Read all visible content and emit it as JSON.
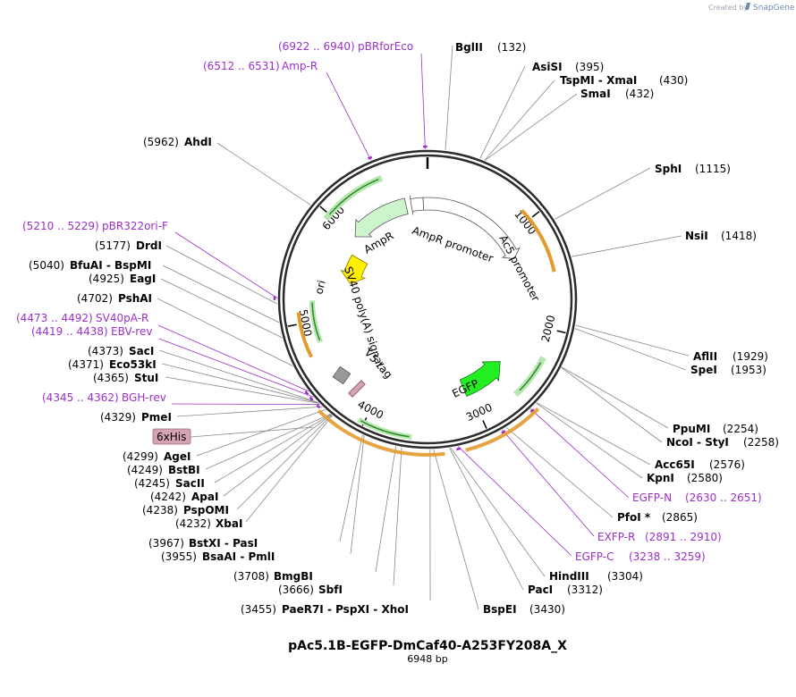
{
  "credit": {
    "text": "Created by",
    "brand": "SnapGene"
  },
  "plasmid": {
    "name": "pAc5.1B-EGFP-DmCaf40-A253FY208A_X",
    "size": "6948 bp"
  },
  "ticks": [
    "1000",
    "2000",
    "3000",
    "4000",
    "5000",
    "6000"
  ],
  "features": [
    {
      "name": "AmpR promoter"
    },
    {
      "name": "AmpR"
    },
    {
      "name": "ori"
    },
    {
      "name": "SV40 poly(A) signal"
    },
    {
      "name": "V5 tag"
    },
    {
      "name": "EGFP"
    },
    {
      "name": "Ac5 promoter"
    },
    {
      "name": "6xHis"
    }
  ],
  "sites": [
    {
      "name": "BglII",
      "pos": "(132)"
    },
    {
      "name": "AsiSI",
      "pos": "(395)"
    },
    {
      "name": "TspMI - XmaI",
      "pos": "(430)"
    },
    {
      "name": "SmaI",
      "pos": "(432)"
    },
    {
      "name": "SphI",
      "pos": "(1115)"
    },
    {
      "name": "NsiI",
      "pos": "(1418)"
    },
    {
      "name": "AflII",
      "pos": "(1929)"
    },
    {
      "name": "SpeI",
      "pos": "(1953)"
    },
    {
      "name": "PpuMI",
      "pos": "(2254)"
    },
    {
      "name": "NcoI - StyI",
      "pos": "(2258)"
    },
    {
      "name": "Acc65I",
      "pos": "(2576)"
    },
    {
      "name": "KpnI",
      "pos": "(2580)"
    },
    {
      "name": "PfoI *",
      "pos": "(2865)"
    },
    {
      "name": "HindIII",
      "pos": "(3304)"
    },
    {
      "name": "PacI",
      "pos": "(3312)"
    },
    {
      "name": "BspEI",
      "pos": "(3430)"
    },
    {
      "name": "PaeR7I - PspXI - XhoI",
      "pos": "(3455)"
    },
    {
      "name": "SbfI",
      "pos": "(3666)"
    },
    {
      "name": "BmgBI",
      "pos": "(3708)"
    },
    {
      "name": "BsaAI - PmlI",
      "pos": "(3955)"
    },
    {
      "name": "BstXI - PasI",
      "pos": "(3967)"
    },
    {
      "name": "XbaI",
      "pos": "(4232)"
    },
    {
      "name": "PspOMI",
      "pos": "(4238)"
    },
    {
      "name": "ApaI",
      "pos": "(4242)"
    },
    {
      "name": "SacII",
      "pos": "(4245)"
    },
    {
      "name": "BstBI",
      "pos": "(4249)"
    },
    {
      "name": "AgeI",
      "pos": "(4299)"
    },
    {
      "name": "PmeI",
      "pos": "(4329)"
    },
    {
      "name": "StuI",
      "pos": "(4365)"
    },
    {
      "name": "Eco53kI",
      "pos": "(4371)"
    },
    {
      "name": "SacI",
      "pos": "(4373)"
    },
    {
      "name": "PshAI",
      "pos": "(4702)"
    },
    {
      "name": "EagI",
      "pos": "(4925)"
    },
    {
      "name": "BfuAI - BspMI",
      "pos": "(5040)"
    },
    {
      "name": "DrdI",
      "pos": "(5177)"
    },
    {
      "name": "AhdI",
      "pos": "(5962)"
    }
  ],
  "primers": [
    {
      "name": "pBRforEco",
      "range": "(6922 .. 6940)"
    },
    {
      "name": "Amp-R",
      "range": "(6512 .. 6531)"
    },
    {
      "name": "pBR322ori-F",
      "range": "(5210 .. 5229)"
    },
    {
      "name": "SV40pA-R",
      "range": "(4473 .. 4492)"
    },
    {
      "name": "EBV-rev",
      "range": "(4419 .. 4438)"
    },
    {
      "name": "BGH-rev",
      "range": "(4345 .. 4362)"
    },
    {
      "name": "EGFP-N",
      "range": "(2630 .. 2651)"
    },
    {
      "name": "EXFP-R",
      "range": "(2891 .. 2910)"
    },
    {
      "name": "EGFP-C",
      "range": "(3238 .. 3259)"
    }
  ],
  "colors": {
    "backbone": "#2b2b2b",
    "primer": "#9b2fc9",
    "egfp": "#22ee22",
    "ori": "#ffee00",
    "ampr": "#ccf5cc",
    "orf_orange": "#e39b2e",
    "orf_green": "#2a8a2a",
    "tag": "#999999",
    "his": "#d6a3b6"
  }
}
